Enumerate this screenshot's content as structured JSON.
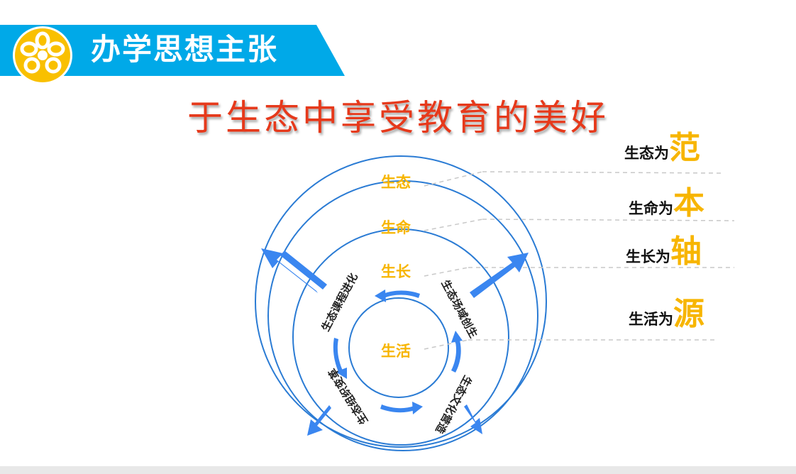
{
  "header": {
    "title": "办学思想主张"
  },
  "slogan": "于生态中享受教育的美好",
  "rings": {
    "outer": "生态",
    "second": "生命",
    "third": "生长",
    "center": "生活"
  },
  "cycle": {
    "top_left": "生态课程进化",
    "top_right": "生态场域创生",
    "bottom_left": "生态组织变革",
    "bottom_right": "生态文化营造"
  },
  "side": [
    {
      "prefix": "生态为",
      "big": "范"
    },
    {
      "prefix": "生命为",
      "big": "本"
    },
    {
      "prefix": "生长为",
      "big": "轴"
    },
    {
      "prefix": "生活为",
      "big": "源"
    }
  ],
  "colors": {
    "accent_blue": "#00a9e8",
    "title_red": "#e6391b",
    "label_gold": "#f7b500",
    "ring_blue": "#2a7bd4",
    "arrow_blue": "#3a86f0"
  }
}
